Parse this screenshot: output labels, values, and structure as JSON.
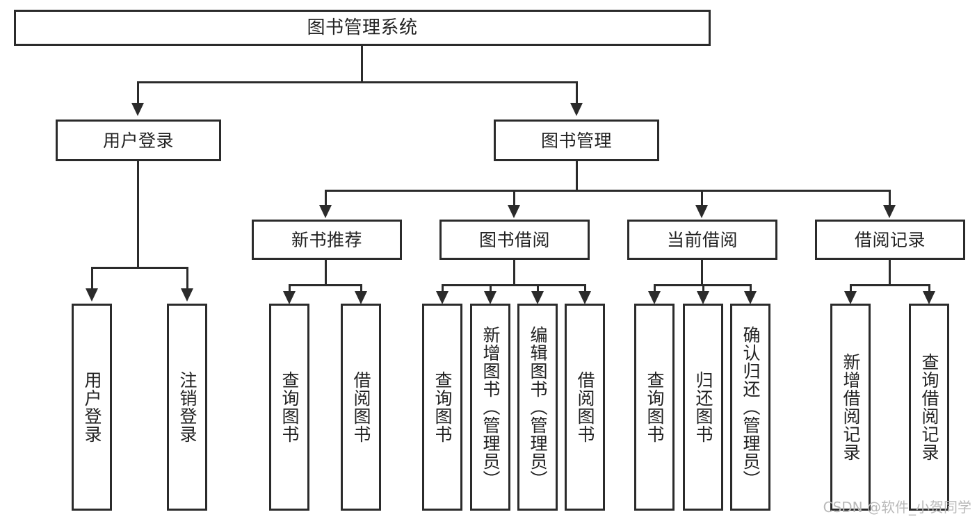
{
  "diagram": {
    "type": "tree-hierarchy-chart",
    "title": "图书管理系统",
    "watermark": "CSDN @软件_小贺同学",
    "colors": {
      "stroke": "#2b2b2b",
      "fill": "#ffffff",
      "text": "#222222",
      "watermark": "#b9b9b9"
    },
    "levels": {
      "root": {
        "label": "图书管理系统"
      },
      "level2": [
        {
          "id": "user-login",
          "label": "用户登录"
        },
        {
          "id": "book-management",
          "label": "图书管理"
        }
      ],
      "level3": [
        {
          "id": "new-book-recommend",
          "label": "新书推荐",
          "parent": "book-management"
        },
        {
          "id": "book-borrow",
          "label": "图书借阅",
          "parent": "book-management"
        },
        {
          "id": "current-borrow",
          "label": "当前借阅",
          "parent": "book-management"
        },
        {
          "id": "borrow-record",
          "label": "借阅记录",
          "parent": "book-management"
        }
      ],
      "leaves": [
        {
          "id": "leaf-user-login",
          "label": "用户登录",
          "parent": "user-login"
        },
        {
          "id": "leaf-logout",
          "label": "注销登录",
          "parent": "user-login"
        },
        {
          "id": "leaf-query-book-1",
          "label": "查询图书",
          "parent": "new-book-recommend"
        },
        {
          "id": "leaf-borrow-book-1",
          "label": "借阅图书",
          "parent": "new-book-recommend"
        },
        {
          "id": "leaf-query-book-2",
          "label": "查询图书",
          "parent": "book-borrow"
        },
        {
          "id": "leaf-add-book",
          "label": "新增图书（管理员）",
          "parent": "book-borrow"
        },
        {
          "id": "leaf-edit-book",
          "label": "编辑图书（管理员）",
          "parent": "book-borrow"
        },
        {
          "id": "leaf-borrow-book-2",
          "label": "借阅图书",
          "parent": "book-borrow"
        },
        {
          "id": "leaf-query-book-3",
          "label": "查询图书",
          "parent": "current-borrow"
        },
        {
          "id": "leaf-return-book",
          "label": "归还图书",
          "parent": "current-borrow"
        },
        {
          "id": "leaf-confirm-return",
          "label": "确认归还（管理员）",
          "parent": "current-borrow"
        },
        {
          "id": "leaf-add-record",
          "label": "新增借阅记录",
          "parent": "borrow-record"
        },
        {
          "id": "leaf-query-record",
          "label": "查询借阅记录",
          "parent": "borrow-record"
        }
      ]
    }
  }
}
